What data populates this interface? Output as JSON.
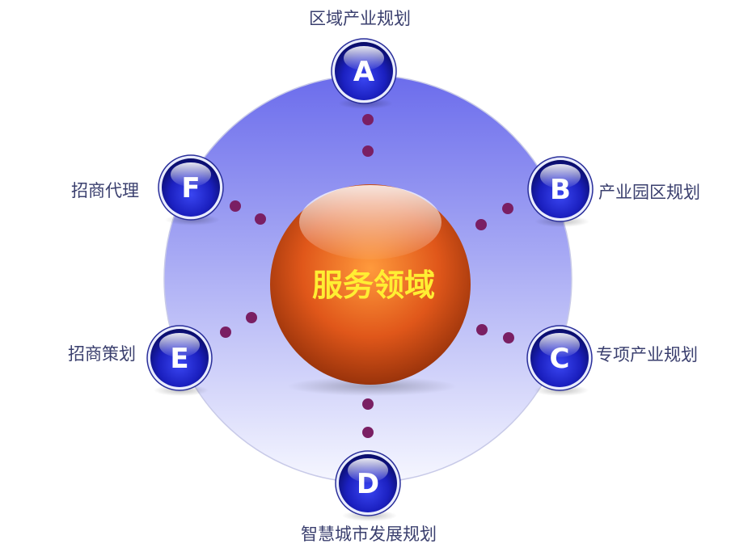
{
  "center": {
    "label": "服务领域"
  },
  "nodes": [
    {
      "letter": "A",
      "label": "区域产业规划"
    },
    {
      "letter": "B",
      "label": "产业园区规划"
    },
    {
      "letter": "C",
      "label": "专项产业规划"
    },
    {
      "letter": "D",
      "label": "智慧城市发展规划"
    },
    {
      "letter": "E",
      "label": "招商策划"
    },
    {
      "letter": "F",
      "label": "招商代理"
    }
  ],
  "colors": {
    "ring_top": "#6f70ee",
    "ring_bottom": "#f4f6ff",
    "node_fill": "#1f24c4",
    "center_fill": "#e2601a",
    "center_text": "#ffee33",
    "dot": "#7a1f63",
    "label_text": "#3a3f6e"
  }
}
